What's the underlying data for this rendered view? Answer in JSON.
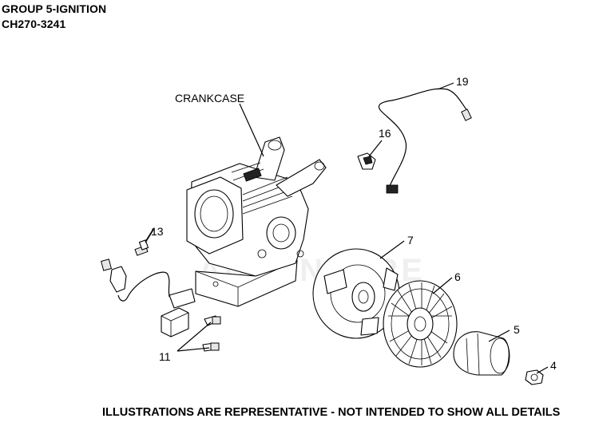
{
  "header": {
    "group_title": "GROUP 5-IGNITION",
    "model_code": "CH270-3241"
  },
  "callouts": {
    "crankcase": "CRANKCASE",
    "p19": "19",
    "p16": "16",
    "p13": "13",
    "p7": "7",
    "p6": "6",
    "p5": "5",
    "p4": "4",
    "p11": "11"
  },
  "footer": {
    "disclaimer": "ILLUSTRATIONS ARE REPRESENTATIVE - NOT INTENDED TO SHOW ALL DETAILS"
  }
}
